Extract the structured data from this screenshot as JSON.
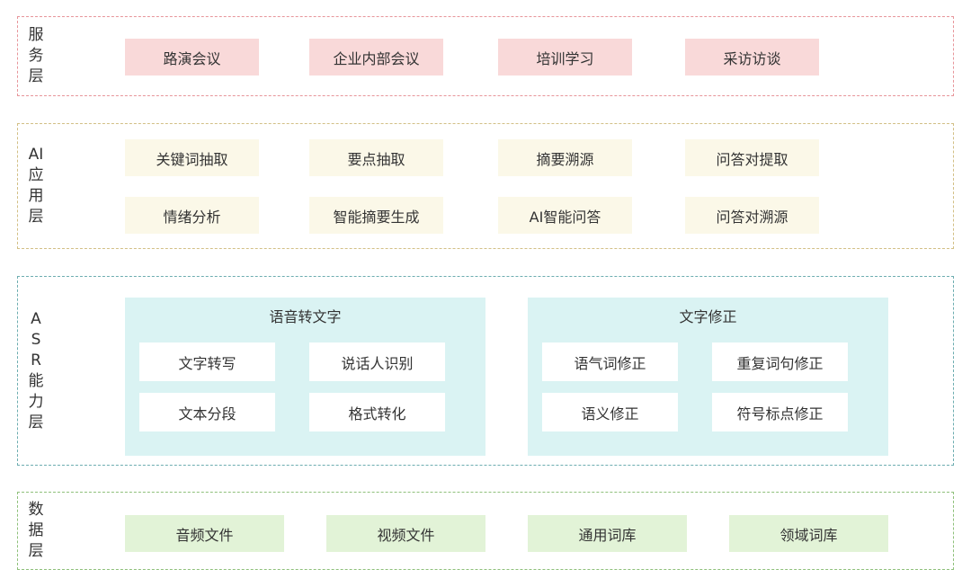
{
  "layers": {
    "service": {
      "title": [
        "服",
        "务",
        "层"
      ],
      "items": [
        "路演会议",
        "企业内部会议",
        "培训学习",
        "采访访谈"
      ]
    },
    "ai": {
      "title": [
        "AI",
        "应",
        "用",
        "层"
      ],
      "row1": [
        "关键词抽取",
        "要点抽取",
        "摘要溯源",
        "问答对提取"
      ],
      "row2": [
        "情绪分析",
        "智能摘要生成",
        "AI智能问答",
        "问答对溯源"
      ]
    },
    "asr": {
      "title": [
        "A",
        "S",
        "R",
        "能",
        "力",
        "层"
      ],
      "groups": [
        {
          "title": "语音转文字",
          "items": [
            "文字转写",
            "说话人识别",
            "文本分段",
            "格式转化"
          ]
        },
        {
          "title": "文字修正",
          "items": [
            "语气词修正",
            "重复词句修正",
            "语义修正",
            "符号标点修正"
          ]
        }
      ]
    },
    "data": {
      "title": [
        "数",
        "据",
        "层"
      ],
      "items": [
        "音频文件",
        "视频文件",
        "通用词库",
        "领域词库"
      ]
    }
  },
  "colors": {
    "service_border": "#e7959a",
    "service_fill": "#f9d9d9",
    "ai_border": "#d2bf85",
    "ai_fill": "#fbf8e8",
    "asr_border": "#6dadb0",
    "asr_fill": "#daf3f3",
    "data_border": "#8ec07a",
    "data_fill": "#e2f3d7"
  }
}
